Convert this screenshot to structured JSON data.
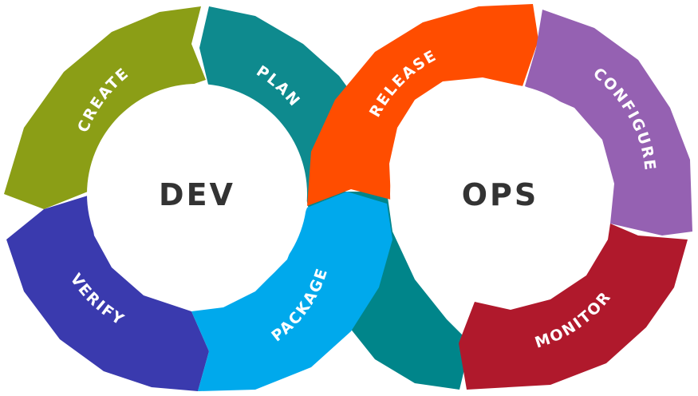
{
  "dev_loop": {
    "label": "DEV",
    "stages": {
      "create": {
        "label": "CREATE",
        "color": "#8B9E16"
      },
      "plan": {
        "label": "PLAN",
        "color": "#0E8A8E"
      },
      "package": {
        "label": "PACKAGE",
        "color": "#00A9EC"
      },
      "verify": {
        "label": "VERIFY",
        "color": "#3A3AAE"
      }
    }
  },
  "ops_loop": {
    "label": "OPS",
    "stages": {
      "release": {
        "label": "RELEASE",
        "color": "#FF4D00"
      },
      "configure": {
        "label": "CONFIGURE",
        "color": "#9561B2"
      },
      "monitor": {
        "label": "MONITOR",
        "color": "#B0192C"
      }
    }
  },
  "connector_color": "#00858A"
}
